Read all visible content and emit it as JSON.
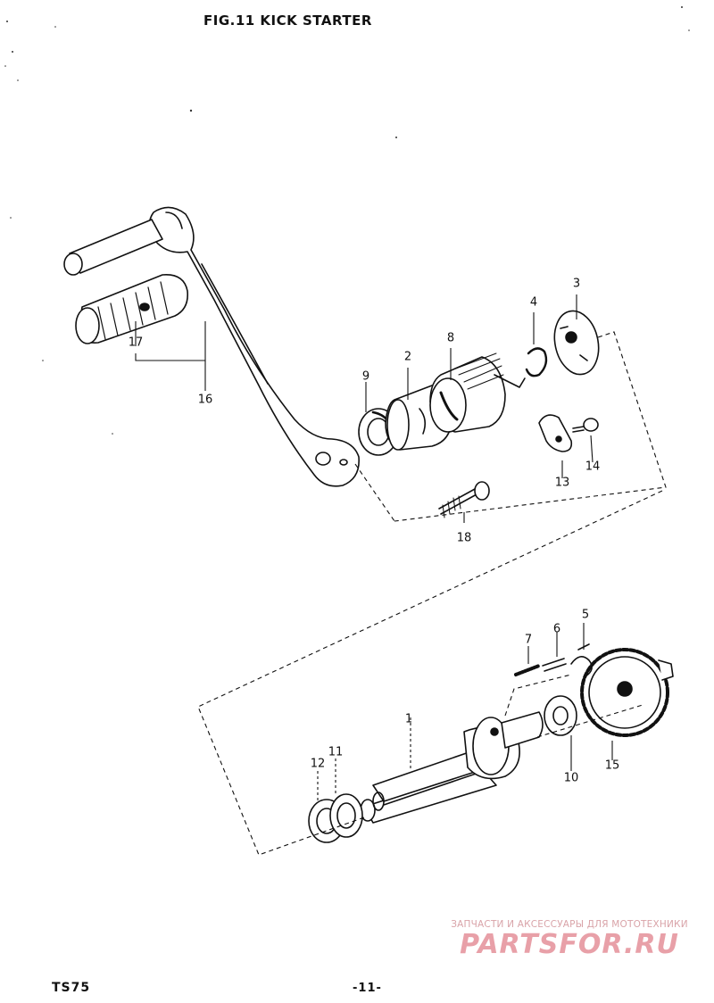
{
  "header": {
    "title": "FIG.11  KICK STARTER"
  },
  "callouts": [
    {
      "id": "label-1",
      "text": "1"
    },
    {
      "id": "label-2",
      "text": "2"
    },
    {
      "id": "label-3",
      "text": "3"
    },
    {
      "id": "label-4",
      "text": "4"
    },
    {
      "id": "label-5",
      "text": "5"
    },
    {
      "id": "label-6",
      "text": "6"
    },
    {
      "id": "label-7",
      "text": "7"
    },
    {
      "id": "label-8",
      "text": "8"
    },
    {
      "id": "label-9",
      "text": "9"
    },
    {
      "id": "label-10",
      "text": "10"
    },
    {
      "id": "label-11",
      "text": "11"
    },
    {
      "id": "label-12",
      "text": "12"
    },
    {
      "id": "label-13",
      "text": "13"
    },
    {
      "id": "label-14",
      "text": "14"
    },
    {
      "id": "label-15",
      "text": "15"
    },
    {
      "id": "label-16",
      "text": "16"
    },
    {
      "id": "label-17",
      "text": "17"
    },
    {
      "id": "label-18",
      "text": "18"
    }
  ],
  "watermark": {
    "tagline": "ЗАПЧАСТИ И АКСЕССУАРЫ ДЛЯ МОТОТЕХНИКИ",
    "logo": "PARTSFOR.RU"
  },
  "footer": {
    "model": "TS75",
    "page": "-11-"
  }
}
